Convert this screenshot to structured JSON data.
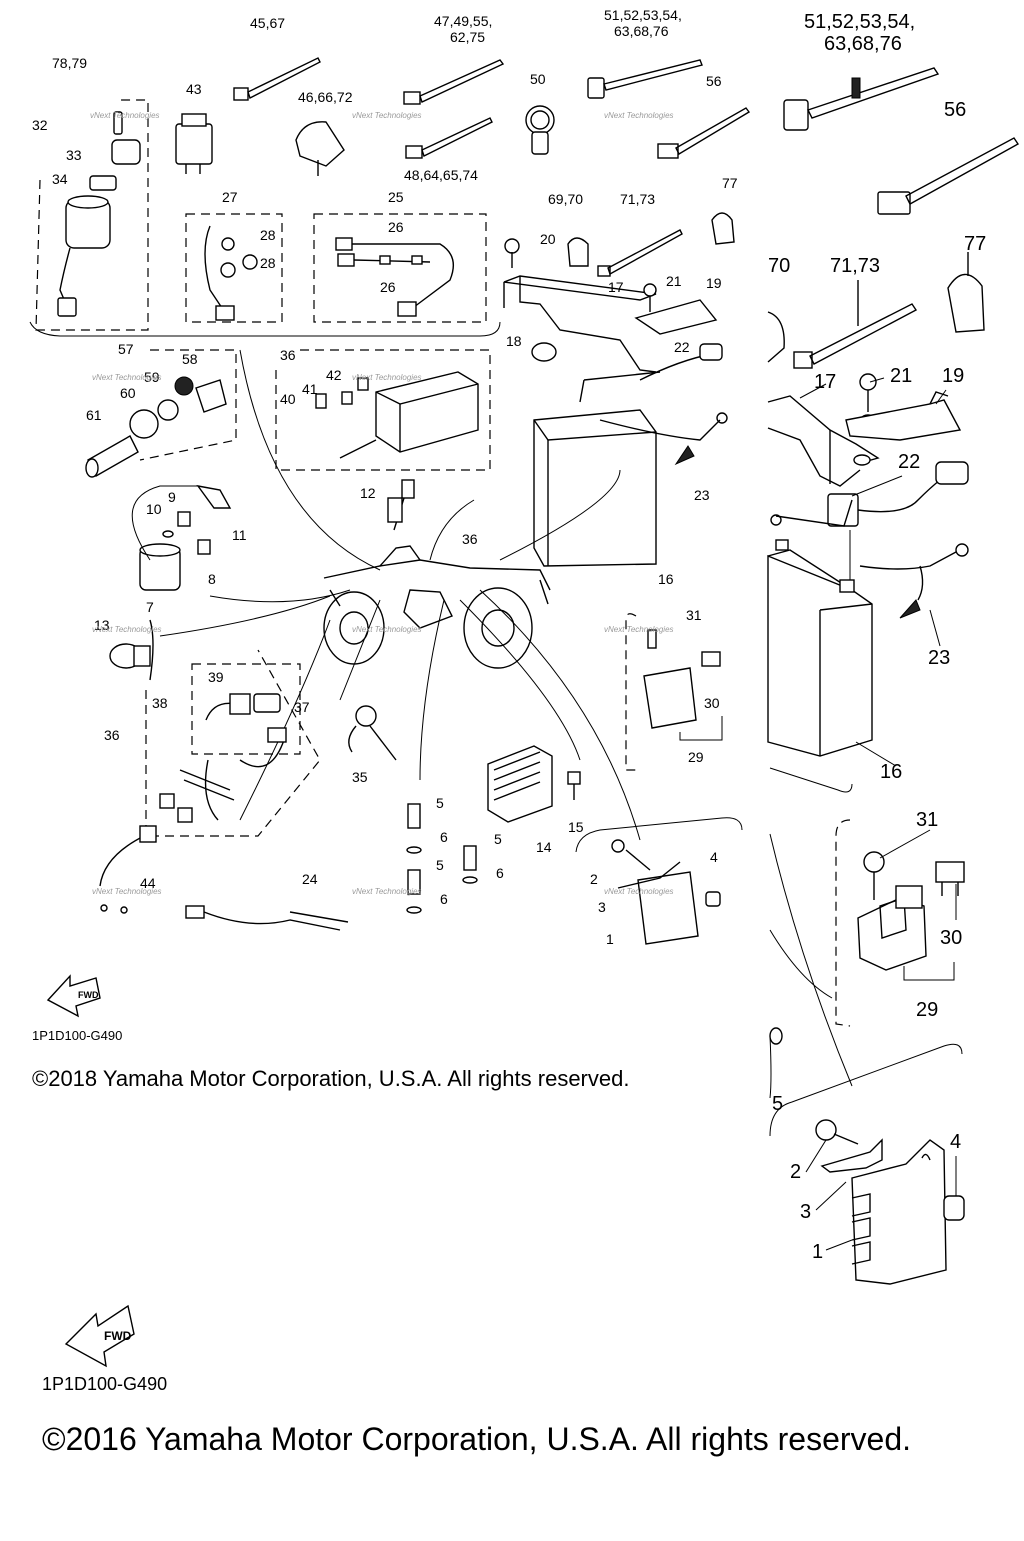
{
  "diagram_code": "1P1D100-G490",
  "copyright_main": "©2016 Yamaha Motor Corporation, U.S.A. All rights reserved.",
  "copyright_inset": "©2018 Yamaha Motor Corporation, U.S.A. All rights reserved.",
  "fwd_label": "FWD",
  "watermark": "vNext Technologies",
  "labels": {
    "p1": "1",
    "p2": "2",
    "p3": "3",
    "p4": "4",
    "p5": "5",
    "p6": "6",
    "p7": "7",
    "p8": "8",
    "p9": "9",
    "p10": "10",
    "p11": "11",
    "p12": "12",
    "p13": "13",
    "p14": "14",
    "p15": "15",
    "p16": "16",
    "p17": "17",
    "p18": "18",
    "p19": "19",
    "p20": "20",
    "p21": "21",
    "p22": "22",
    "p23": "23",
    "p24": "24",
    "p25": "25",
    "p26": "26",
    "p27": "27",
    "p28": "28",
    "p29": "29",
    "p30": "30",
    "p31": "31",
    "p32": "32",
    "p33": "33",
    "p34": "34",
    "p35": "35",
    "p36": "36",
    "p37": "37",
    "p38": "38",
    "p39": "39",
    "p40": "40",
    "p41": "41",
    "p42": "42",
    "p43": "43",
    "p44": "44",
    "p50": "50",
    "p56": "56",
    "p57": "57",
    "p58": "58",
    "p59": "59",
    "p60": "60",
    "p61": "61",
    "p70": "70",
    "p77": "77",
    "g4567": "45,67",
    "g47a": "47,49,55,",
    "g47b": "62,75",
    "g51a": "51,52,53,54,",
    "g51b": "63,68,76",
    "g466672": "46,66,72",
    "g48": "48,64,65,74",
    "g6970": "69,70",
    "g7173": "71,73",
    "g7879": "78,79"
  }
}
